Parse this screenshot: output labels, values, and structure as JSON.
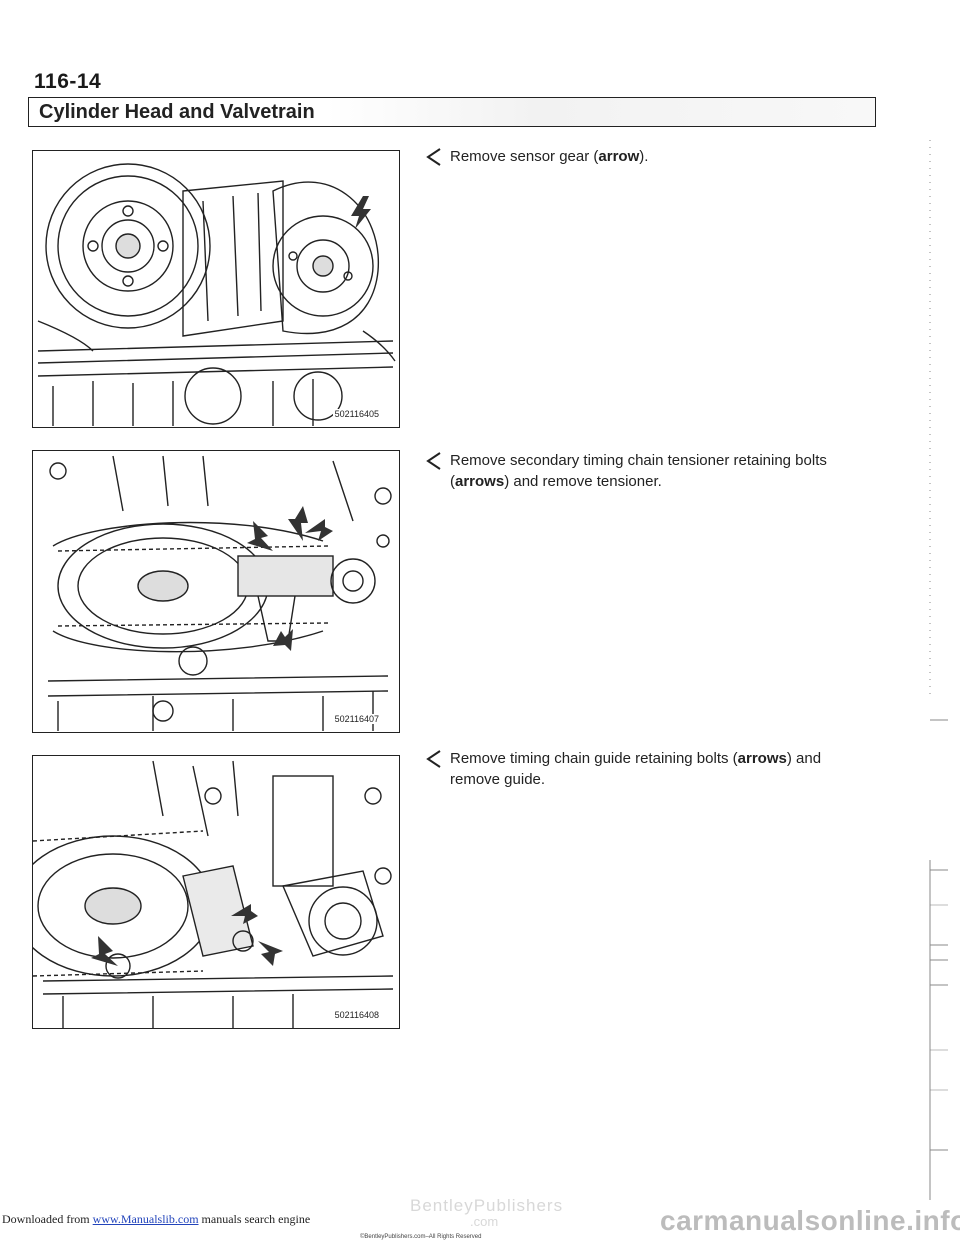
{
  "header": {
    "page_number": "116-14",
    "section_title": "Cylinder Head and Valvetrain"
  },
  "figures": [
    {
      "code": "502116405"
    },
    {
      "code": "502116407"
    },
    {
      "code": "502116408"
    }
  ],
  "steps": [
    {
      "pre": "Remove sensor gear (",
      "bold": "arrow",
      "post": ")."
    },
    {
      "pre": "Remove secondary timing chain tensioner retaining bolts (",
      "bold": "arrows",
      "post": ") and remove tensioner."
    },
    {
      "pre": "Remove timing chain guide retaining bolts (",
      "bold": "arrows",
      "post": ") and remove guide."
    }
  ],
  "footer": {
    "downloaded_from": "Downloaded from",
    "link_text": "www.Manualslib.com",
    "suffix": "manuals search engine",
    "watermark_top": "BentleyPublishers",
    "watermark_bottom": ".com",
    "brand": "carmanualsonline.info",
    "copyright": "©BentleyPublishers.com–All Rights Reserved"
  },
  "colors": {
    "link": "#2244bb",
    "ink": "#1a1a1a"
  }
}
